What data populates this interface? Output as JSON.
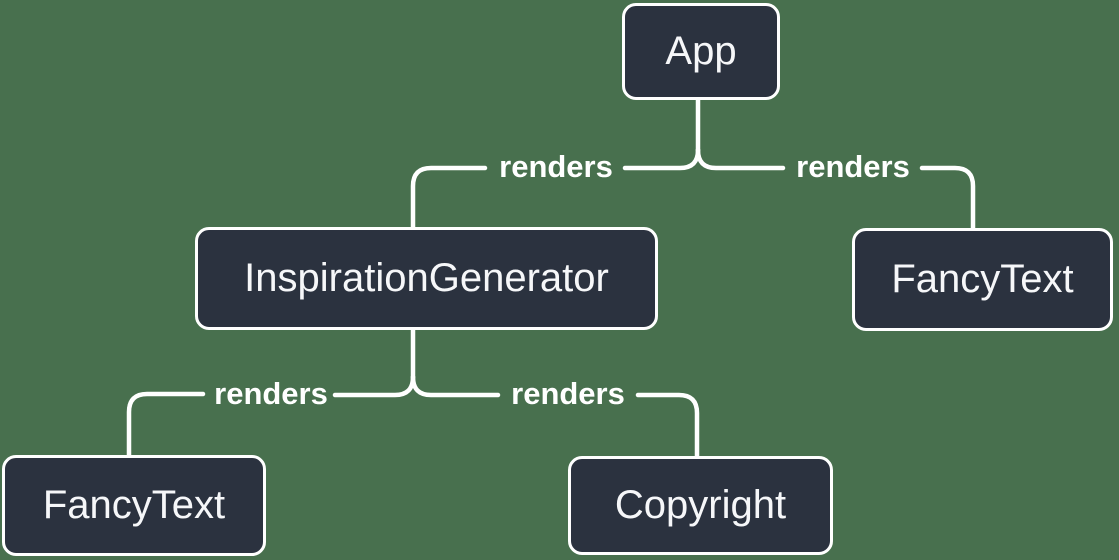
{
  "colors": {
    "background": "#48704e",
    "node_fill": "#2b323f",
    "node_border": "#ffffff",
    "node_text": "#f6f7f9",
    "connector": "#ffffff",
    "label_text": "#ffffff"
  },
  "nodes": [
    {
      "id": "app",
      "label": "App"
    },
    {
      "id": "inspiration-generator",
      "label": "InspirationGenerator"
    },
    {
      "id": "fancy-text-right",
      "label": "FancyText"
    },
    {
      "id": "fancy-text-left",
      "label": "FancyText"
    },
    {
      "id": "copyright",
      "label": "Copyright"
    }
  ],
  "edges": [
    {
      "from": "App",
      "to": "InspirationGenerator",
      "label": "renders"
    },
    {
      "from": "App",
      "to": "FancyText",
      "label": "renders"
    },
    {
      "from": "InspirationGenerator",
      "to": "FancyText",
      "label": "renders"
    },
    {
      "from": "InspirationGenerator",
      "to": "Copyright",
      "label": "renders"
    }
  ]
}
